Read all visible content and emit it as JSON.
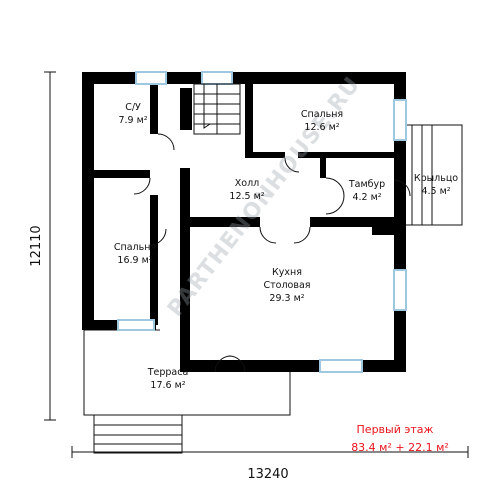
{
  "dimensions": {
    "width": "13240",
    "height": "12110"
  },
  "rooms": [
    {
      "id": "bathroom",
      "name": "С/У",
      "area": "7.9 м²"
    },
    {
      "id": "bedroom-upper",
      "name": "Спальня",
      "area": "12.6 м²"
    },
    {
      "id": "hall",
      "name": "Холл",
      "area": "12.5 м²"
    },
    {
      "id": "vestibule",
      "name": "Тамбур",
      "area": "4.2 м²"
    },
    {
      "id": "porch",
      "name": "Крыльцо",
      "area": "4.5 м²"
    },
    {
      "id": "bedroom-left",
      "name": "Спальня",
      "area": "16.9 м²"
    },
    {
      "id": "kitchen",
      "name": "Кухня",
      "name2": "Столовая",
      "area": "29.3 м²"
    },
    {
      "id": "terrace",
      "name": "Терраса",
      "area": "17.6 м²"
    }
  ],
  "caption": {
    "title": "Первый этаж",
    "areas": "83.4 м² + 22.1 м²"
  },
  "watermark": "PARTHENONHOUSE.RU",
  "colors": {
    "wall": "#000000",
    "window": "#9fc7e0",
    "caption": "#e8141b",
    "line": "#111111"
  }
}
